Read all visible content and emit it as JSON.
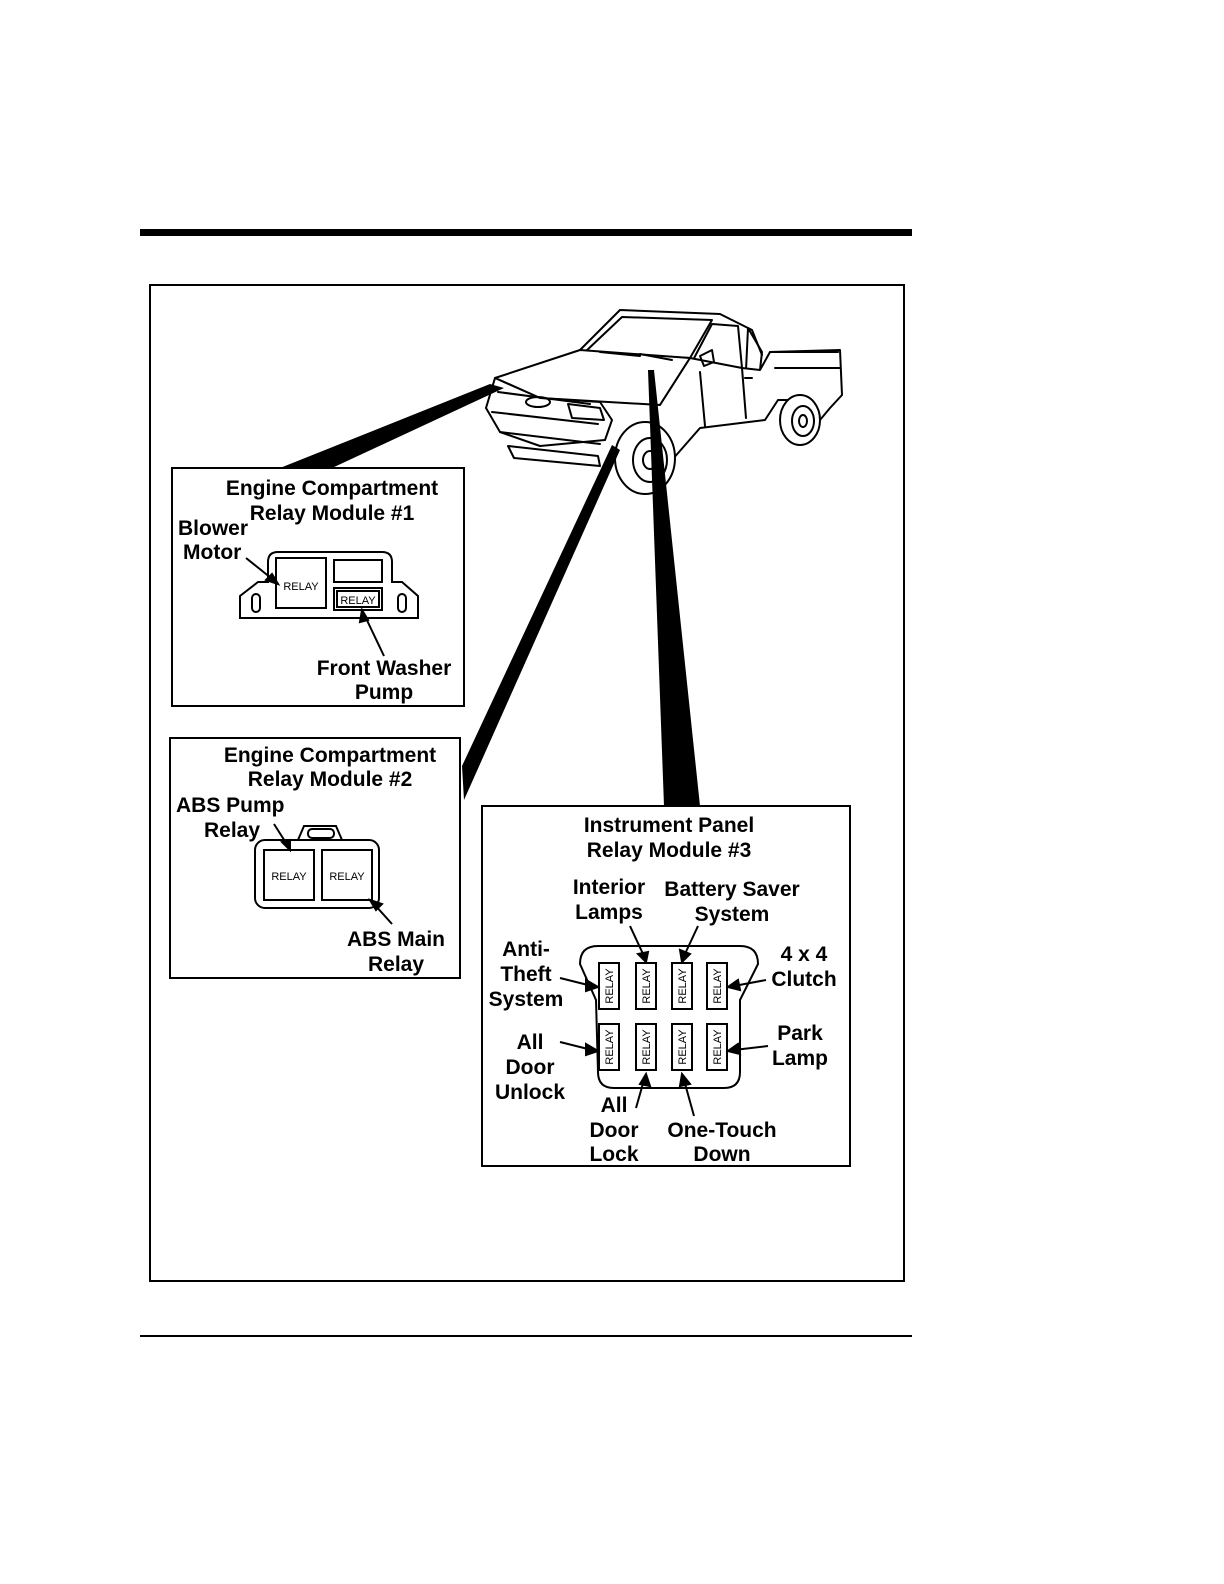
{
  "modules": {
    "m1": {
      "title": [
        "Engine Compartment",
        "Relay Module #1"
      ],
      "relay_label": "RELAY",
      "labels": {
        "blower_motor": [
          "Blower",
          "Motor"
        ],
        "front_washer_pump": [
          "Front Washer",
          "Pump"
        ]
      }
    },
    "m2": {
      "title": [
        "Engine Compartment",
        "Relay Module #2"
      ],
      "relay_label": "RELAY",
      "labels": {
        "abs_pump": [
          "ABS Pump",
          "Relay"
        ],
        "abs_main": [
          "ABS Main",
          "Relay"
        ]
      }
    },
    "m3": {
      "title": [
        "Instrument Panel",
        "Relay Module #3"
      ],
      "relay_label": "RELAY",
      "labels": {
        "interior_lamps": [
          "Interior",
          "Lamps"
        ],
        "battery_saver": [
          "Battery Saver",
          "System"
        ],
        "four_by_four": [
          "4 x 4",
          "Clutch"
        ],
        "anti_theft": [
          "Anti-",
          "Theft",
          "System"
        ],
        "all_door_unlock": [
          "All",
          "Door",
          "Unlock"
        ],
        "park_lamp": [
          "Park",
          "Lamp"
        ],
        "all_door_lock": [
          "All",
          "Door",
          "Lock"
        ],
        "one_touch_down": [
          "One-Touch",
          "Down"
        ]
      }
    }
  }
}
